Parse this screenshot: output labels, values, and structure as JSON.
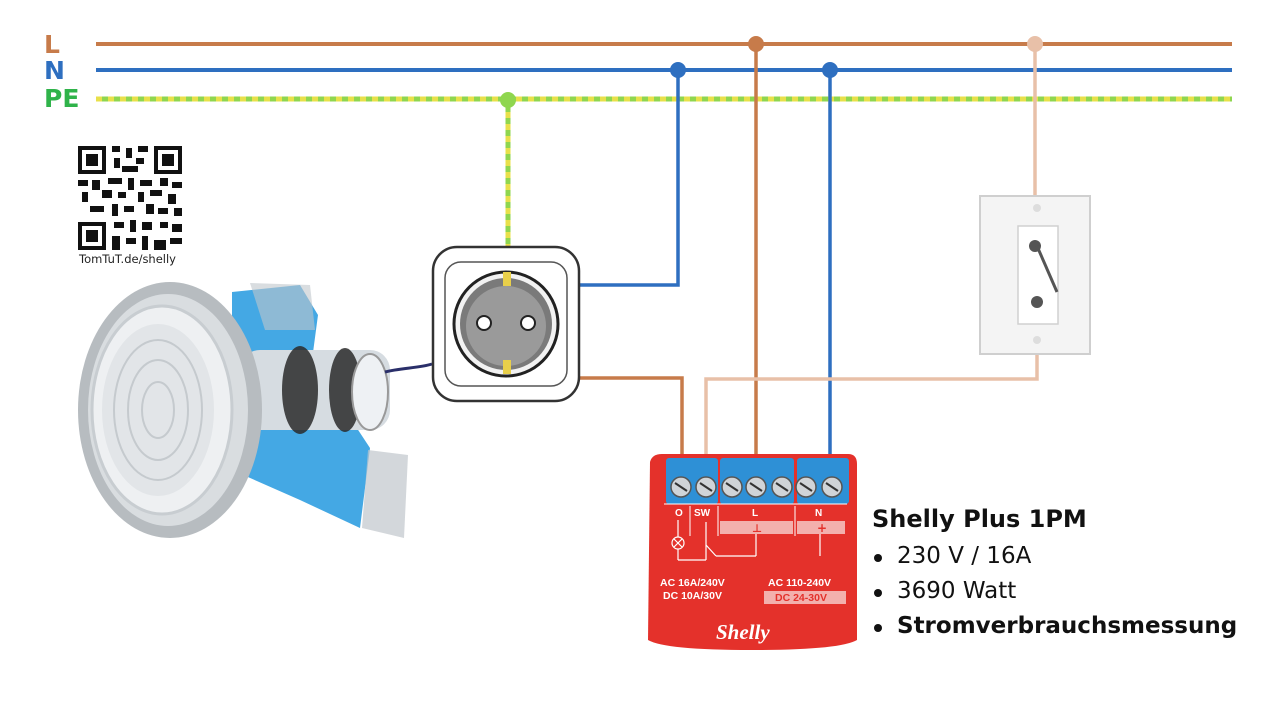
{
  "wire_labels": {
    "l": "L",
    "n": "N",
    "pe": "PE"
  },
  "colors": {
    "l": "#c77b4a",
    "n": "#2e6fc0",
    "pe_green": "#8fd64f",
    "pe_yellow": "#e8e04a",
    "switch_wire": "#e8c0a8",
    "relay_red": "#e4312b",
    "relay_terminal": "#2e90d6"
  },
  "qr": {
    "caption": "TomTuT.de/shelly"
  },
  "relay": {
    "terminals": [
      "O",
      "SW",
      "L",
      "N"
    ],
    "symbol_neg": "⊥",
    "symbol_pos": "+",
    "spec_left_1": "AC 16A/240V",
    "spec_left_2": "DC 10A/30V",
    "spec_right_1": "AC 110-240V",
    "spec_right_2": "DC 24-30V",
    "brand": "Shelly"
  },
  "info": {
    "title": "Shelly Plus 1PM",
    "bullets": [
      "230 V / 16A",
      "3690 Watt",
      "Stromverbrauchsmessung"
    ]
  }
}
